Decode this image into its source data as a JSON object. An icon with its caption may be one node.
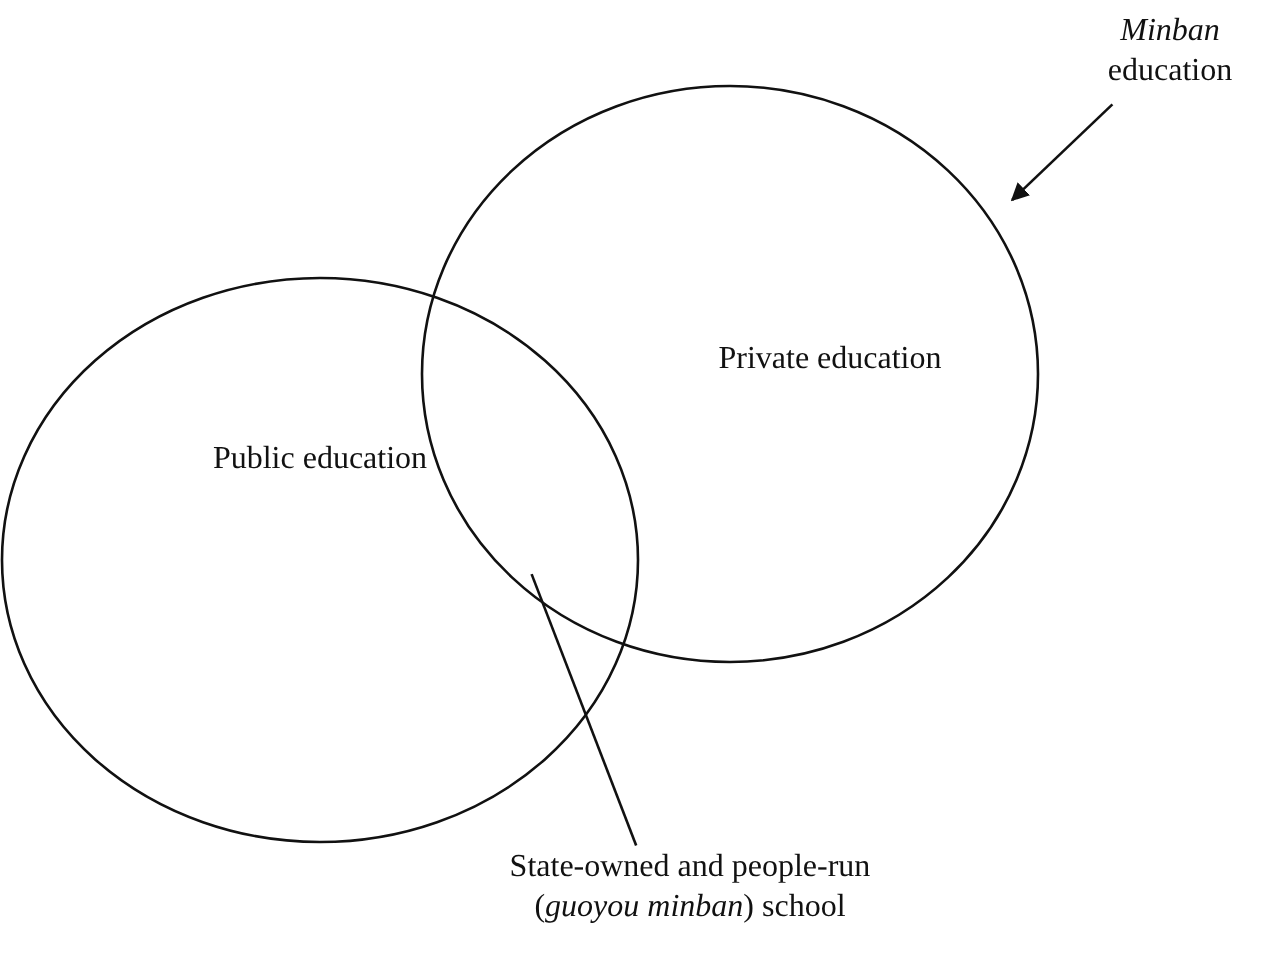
{
  "diagram": {
    "nodes": [
      {
        "text": [
          "Public education"
        ]
      },
      {
        "text": [
          "Private education"
        ]
      },
      {
        "text": [
          "*Minban* education"
        ]
      },
      {
        "text": [
          "State-owned and people-run (*guoyou minban*) school"
        ]
      }
    ],
    "edges": [
      {
        "from": 2,
        "to": 1,
        "arrow": "to"
      },
      {
        "from": 3,
        "to": 1,
        "arrow": "none"
      }
    ]
  }
}
